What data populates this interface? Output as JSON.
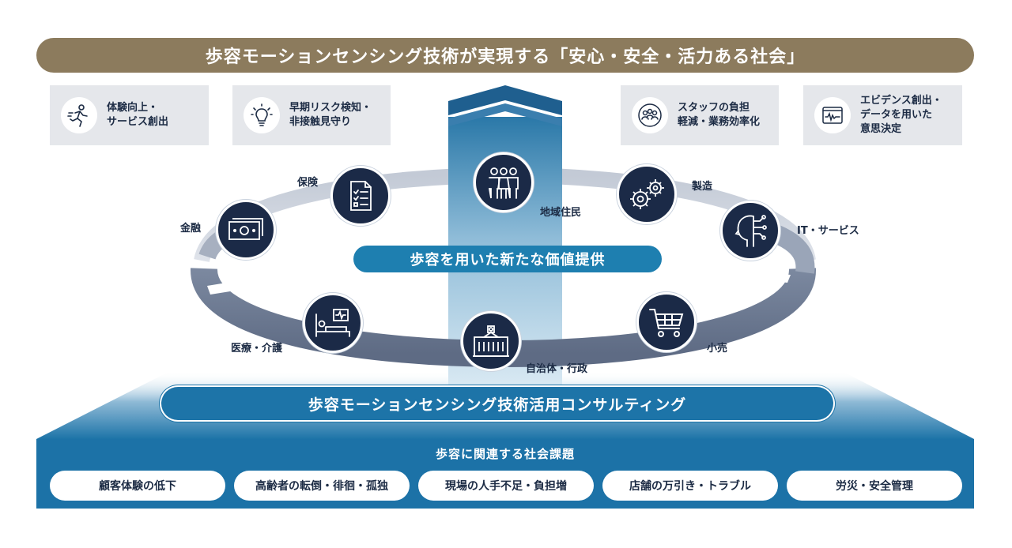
{
  "banner": {
    "title": "歩容モーションセンシング技術が実現する「安心・安全・活力ある社会」"
  },
  "benefits": [
    {
      "icon": "running-person-icon",
      "line1": "体験向上・",
      "line2": "サービス創出",
      "line3": ""
    },
    {
      "icon": "lightbulb-icon",
      "line1": "早期リスク検知・",
      "line2": "非接触見守り",
      "line3": ""
    },
    {
      "icon": "staff-group-icon",
      "line1": "スタッフの負担",
      "line2": "軽減・業務効率化",
      "line3": ""
    },
    {
      "icon": "data-analytics-icon",
      "line1": "エビデンス創出・",
      "line2": "データを用いた",
      "line3": "意思決定"
    }
  ],
  "sectors": {
    "insurance": "保険",
    "finance": "金融",
    "residents": "地域住民",
    "manufacturing": "製造",
    "it_services": "IT・サービス",
    "medical": "医療・介護",
    "government": "自治体・行政",
    "retail": "小売"
  },
  "center": {
    "label": "歩容を用いた新たな価値提供"
  },
  "consulting": {
    "label": "歩容モーションセンシング技術活用コンサルティング"
  },
  "issues": {
    "title": "歩容に関連する社会課題",
    "items": [
      "顧客体験の低下",
      "高齢者の転倒・徘徊・孤独",
      "現場の人手不足・負担増",
      "店舗の万引き・トラブル",
      "労災・安全管理"
    ]
  },
  "colors": {
    "banner": "#8c7b5d",
    "node": "#1b2a47",
    "accent_blue": "#1e7fb0",
    "benefit_bg": "#e5e7eb"
  }
}
